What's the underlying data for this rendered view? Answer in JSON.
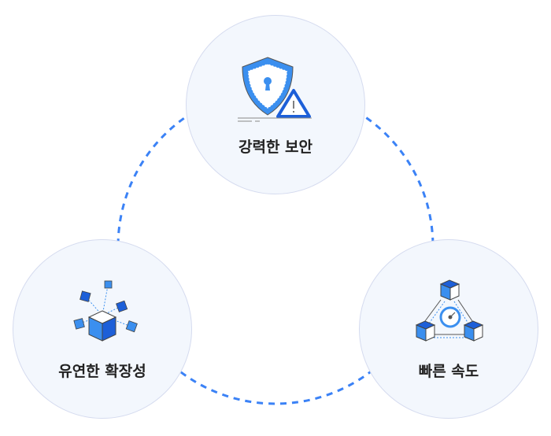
{
  "features": [
    {
      "label": "강력한 보안",
      "icon": "shield-lock-warning-icon"
    },
    {
      "label": "유연한 확장성",
      "icon": "scalable-cubes-icon"
    },
    {
      "label": "빠른 속도",
      "icon": "speed-network-icon"
    }
  ],
  "colors": {
    "accent": "#2f80ed",
    "dash": "#3b82f6",
    "node_bg": "#f3f7fd",
    "node_border": "#d5dbef"
  }
}
